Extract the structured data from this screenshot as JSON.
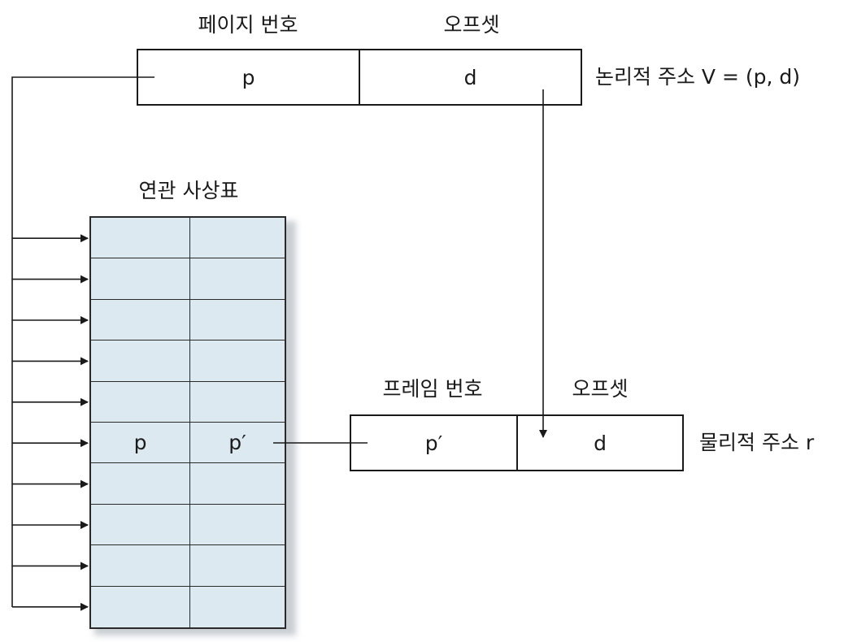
{
  "logical_address": {
    "page_number_label": "페이지 번호",
    "offset_label": "오프셋",
    "p_cell": "p",
    "d_cell": "d",
    "caption": "논리적 주소 V = (p, d)"
  },
  "associative_table": {
    "title": "연관 사상표",
    "rows": [
      {
        "page": "",
        "frame": ""
      },
      {
        "page": "",
        "frame": ""
      },
      {
        "page": "",
        "frame": ""
      },
      {
        "page": "",
        "frame": ""
      },
      {
        "page": "",
        "frame": ""
      },
      {
        "page": "p",
        "frame": "p′"
      },
      {
        "page": "",
        "frame": ""
      },
      {
        "page": "",
        "frame": ""
      },
      {
        "page": "",
        "frame": ""
      },
      {
        "page": "",
        "frame": ""
      }
    ]
  },
  "physical_address": {
    "frame_number_label": "프레임 번호",
    "offset_label": "오프셋",
    "p_cell": "p′",
    "d_cell": "d",
    "caption": "물리적 주소 r"
  },
  "colors": {
    "table_fill": "#dde9f1",
    "line": "#1a1a1a"
  }
}
